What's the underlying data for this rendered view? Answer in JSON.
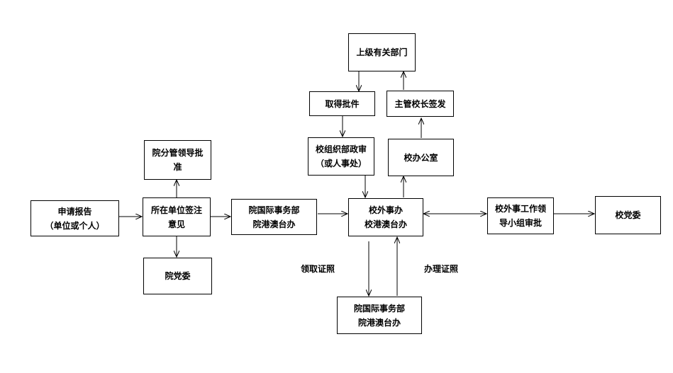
{
  "nodes": {
    "apply_report": {
      "line1": "申请报告",
      "line2": "（单位或个人）"
    },
    "unit_sign": {
      "line1": "所在单位签注",
      "line2": "意见"
    },
    "college_leader": {
      "line1": "院分管领导批",
      "line2": "准"
    },
    "college_party": {
      "line1": "院党委"
    },
    "intl_dept": {
      "line1": "院国际事务部",
      "line2": "院港澳台办"
    },
    "school_foreign_office": {
      "line1": "校外事办",
      "line2": "校港澳台办"
    },
    "org_dept": {
      "line1": "校组织部政审",
      "line2": "（或人事处）"
    },
    "get_approval": {
      "line1": "取得批件"
    },
    "higher_dept": {
      "line1": "上级有关部门"
    },
    "principal_sign": {
      "line1": "主管校长签发"
    },
    "school_office": {
      "line1": "校办公室"
    },
    "leading_group": {
      "line1": "校外事工作领",
      "line2": "导小组审批"
    },
    "school_party": {
      "line1": "校党委"
    },
    "intl_dept_bottom": {
      "line1": "院国际事务部",
      "line2": "院港澳台办"
    }
  },
  "labels": {
    "collect_cert": "领取证照",
    "process_cert": "办理证照"
  }
}
